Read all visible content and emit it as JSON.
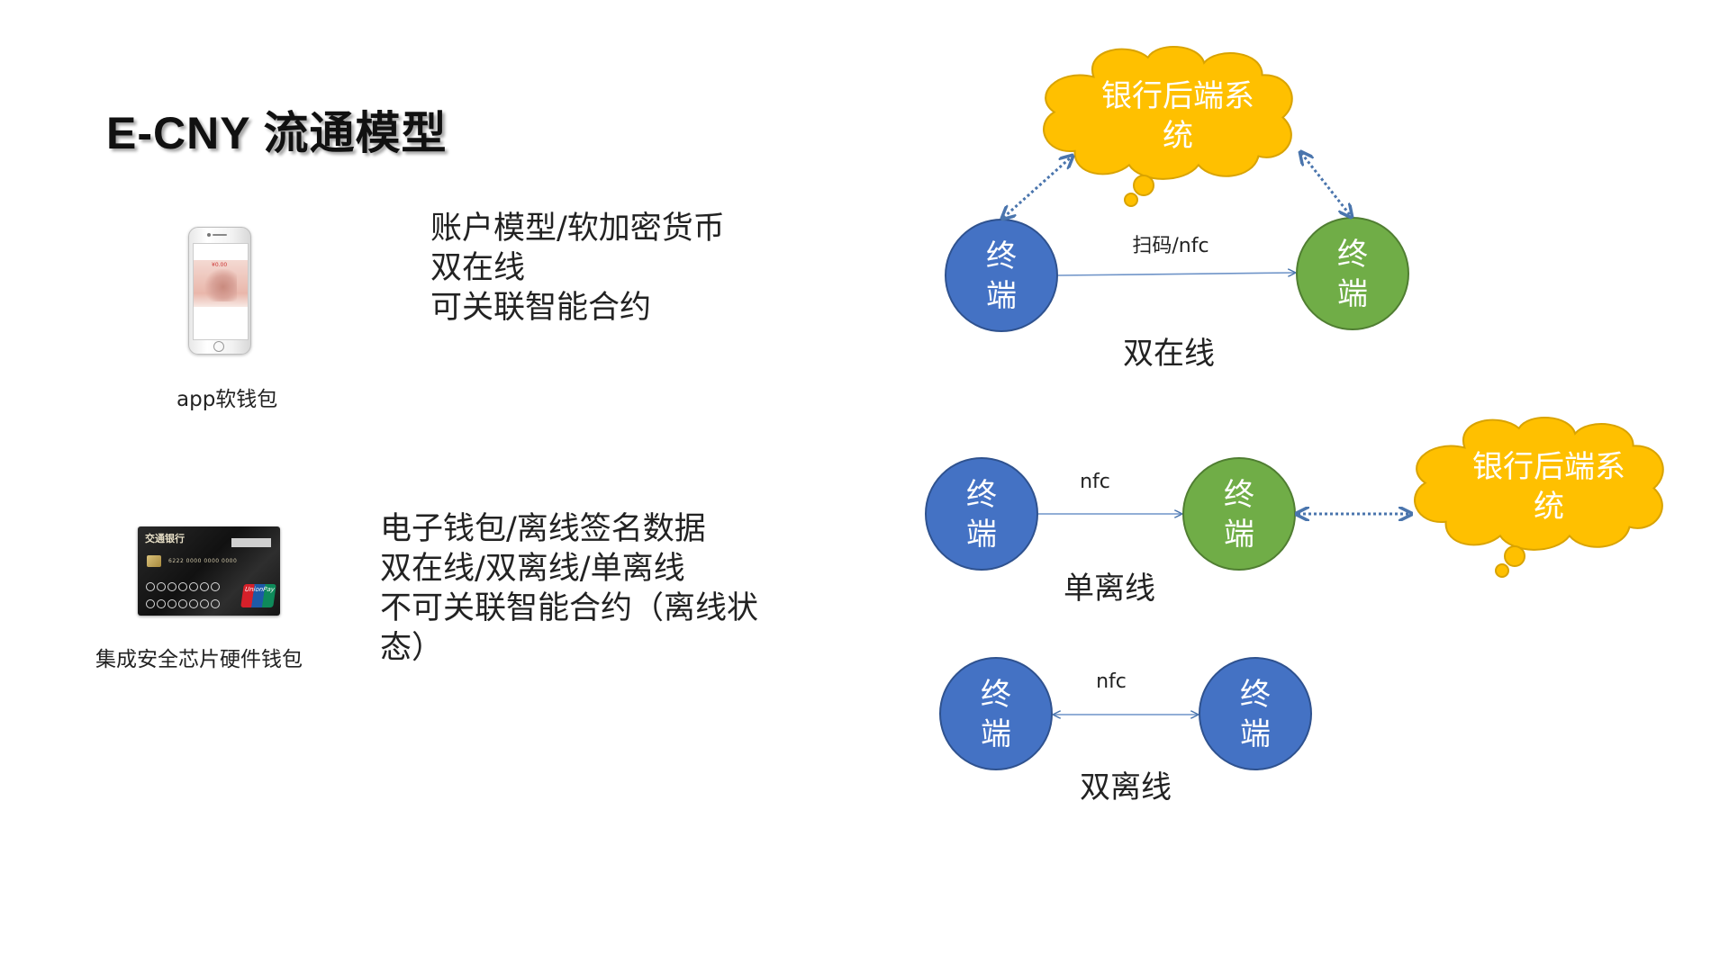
{
  "title": "E-CNY 流通模型",
  "left": {
    "app_caption": "app软钱包",
    "app_lines": [
      "账户模型/软加密货币",
      "双在线",
      "可关联智能合约"
    ],
    "hw_caption": "集成安全芯片硬件钱包",
    "hw_lines": [
      "电子钱包/离线签名数据",
      "双在线/双离线/单离线",
      "不可关联智能合约（离线状",
      "态）"
    ]
  },
  "diagram": {
    "terminal_label": [
      "终",
      "端"
    ],
    "cloud_label": [
      "银行后端系",
      "统"
    ],
    "double_online": {
      "link_label": "扫码/nfc",
      "caption": "双在线"
    },
    "single_offline": {
      "link_label": "nfc",
      "caption": "单离线"
    },
    "double_offline": {
      "link_label": "nfc",
      "caption": "双离线"
    }
  },
  "colors": {
    "terminal_blue": "#4472c4",
    "terminal_green": "#70ad47",
    "cloud_yellow": "#ffc000",
    "arrow": "#4a75ad"
  },
  "icons": {
    "phone": "smartphone-icon",
    "card": "bank-card-icon"
  }
}
